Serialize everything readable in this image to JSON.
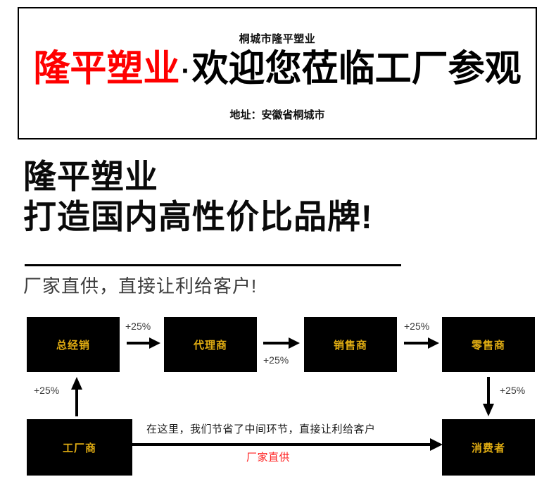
{
  "header": {
    "company_small": "桐城市隆平塑业",
    "main_title_red": "隆平塑业",
    "main_title_separator": "·",
    "main_title_black": "欢迎您莅临工厂参观",
    "address": "地址：安徽省桐城市"
  },
  "headline": {
    "line1": "隆平塑业",
    "line2": "打造国内高性价比品牌!",
    "subtitle": "厂家直供，直接让利给客户!"
  },
  "flow": {
    "boxes": [
      {
        "id": "general-distributor",
        "label": "总经销"
      },
      {
        "id": "agent",
        "label": "代理商"
      },
      {
        "id": "sales-dealer",
        "label": "销售商"
      },
      {
        "id": "retailer",
        "label": "零售商"
      },
      {
        "id": "factory",
        "label": "工厂商"
      },
      {
        "id": "consumer",
        "label": "消费者"
      }
    ],
    "markup_labels": {
      "factory_to_distributor": "+25%",
      "distributor_to_agent": "+25%",
      "agent_to_sales": "+25%",
      "sales_to_retail": "+25%",
      "retail_to_consumer": "+25%"
    },
    "direct_note": "在这里，我们节省了中间环节，直接让利给客户",
    "direct_label": "厂家直供"
  },
  "colors": {
    "brand_red": "#ff0000",
    "box_bg": "#000000",
    "box_text": "#e0ac12",
    "direct_red": "#ff2020"
  }
}
